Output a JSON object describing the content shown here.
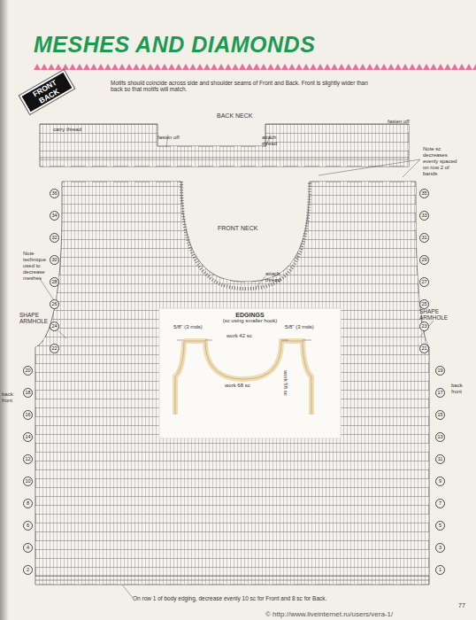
{
  "diagram": {
    "title": "MESHES AND DIAMONDS",
    "nodes": [
      {
        "text": [
          "FRONT BACK"
        ]
      },
      {
        "text": [
          "EDGINGS",
          "(sc using smaller hook)"
        ]
      }
    ],
    "labels": [
      "Motifs should coincide across side and shoulder seams of Front and Back. Front is slightly wider than back so that motifs will match.",
      "BACK NECK",
      "carry thread",
      "fasten off",
      "attach thread",
      "fasten off",
      "Note sc decreases evenly spaced on row 2 of bands",
      "FRONT NECK",
      "attach thread",
      "Note technique used to decrease meshes",
      "SHAPE ARMHOLE",
      "SHAPE ARMHOLE",
      "5/8\" (3 rnds)",
      "work 42 sc",
      "5/8\" (3 rnds)",
      "work 68 sc",
      "work 58 sc",
      "back front",
      "back front",
      "On row 1 of body edging, decrease evenly 10 sc for Front and 8 sc for Back.",
      "77",
      "© http://www.liveinternet.ru/users/vera-1/",
      "35",
      "33",
      "31",
      "29",
      "27",
      "25",
      "23",
      "21",
      "19",
      "17",
      "15",
      "13",
      "11",
      "9",
      "7",
      "5",
      "3",
      "1",
      "36",
      "34",
      "32",
      "30",
      "28",
      "26",
      "24",
      "22",
      "20",
      "18",
      "16",
      "14",
      "12",
      "10",
      "8",
      "6",
      "4",
      "2"
    ]
  }
}
